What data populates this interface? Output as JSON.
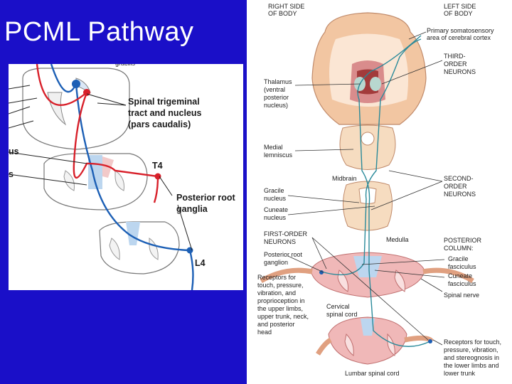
{
  "slide": {
    "title": "PCML Pathway"
  },
  "left_diagram": {
    "labels": {
      "top_cut": "gracilis",
      "trigeminal_1": "Spinal trigeminal",
      "trigeminal_2": "tract and nucleus",
      "trigeminal_3": "(pars caudalis)",
      "left_us": "us",
      "left_s": "s",
      "t4": "T4",
      "root_1": "Posterior root",
      "root_2": "ganglia",
      "l4": "L4"
    }
  },
  "right_diagram": {
    "labels": {
      "right_side_1": "RIGHT SIDE",
      "right_side_2": "OF BODY",
      "left_side_1": "LEFT SIDE",
      "left_side_2": "OF BODY",
      "primary_1": "Primary somatosensory",
      "primary_2": "area of cerebral cortex",
      "third_1": "THIRD-",
      "third_2": "ORDER",
      "third_3": "NEURONS",
      "thalamus_1": "Thalamus",
      "thalamus_2": "(ventral",
      "thalamus_3": "posterior",
      "thalamus_4": "nucleus)",
      "medial_1": "Medial",
      "medial_2": "lemniscus",
      "midbrain": "Midbrain",
      "second_1": "SECOND-",
      "second_2": "ORDER",
      "second_3": "NEURONS",
      "gracile_n_1": "Gracile",
      "gracile_n_2": "nucleus",
      "cuneate_n_1": "Cuneate",
      "cuneate_n_2": "nucleus",
      "first_1": "FIRST-ORDER",
      "first_2": "NEURONS",
      "medulla": "Medulla",
      "posterior_col_1": "POSTERIOR",
      "posterior_col_2": "COLUMN:",
      "root_gang_1": "Posterior root",
      "root_gang_2": "ganglion",
      "gracile_f_1": "Gracile",
      "gracile_f_2": "fasciculus",
      "cuneate_f_1": "Cuneate",
      "cuneate_f_2": "fasciculus",
      "receptors_u_1": "Receptors for",
      "receptors_u_2": "touch, pressure,",
      "receptors_u_3": "vibration, and",
      "receptors_u_4": "proprioception in",
      "receptors_u_5": "the upper limbs,",
      "receptors_u_6": "upper trunk, neck,",
      "receptors_u_7": "and posterior",
      "receptors_u_8": "head",
      "spinal_nerve": "Spinal nerve",
      "cervical_1": "Cervical",
      "cervical_2": "spinal cord",
      "receptors_l_1": "Receptors for touch,",
      "receptors_l_2": "pressure, vibration,",
      "receptors_l_3": "and stereognosis in",
      "receptors_l_4": "the lower limbs and",
      "receptors_l_5": "lower trunk",
      "lumbar": "Lumbar spinal cord"
    }
  },
  "colors": {
    "background": "#1a0fc8",
    "pathway_blue": "#1c5fb5",
    "pathway_red": "#d8202a",
    "tract_fill": "#bcd6ef"
  }
}
